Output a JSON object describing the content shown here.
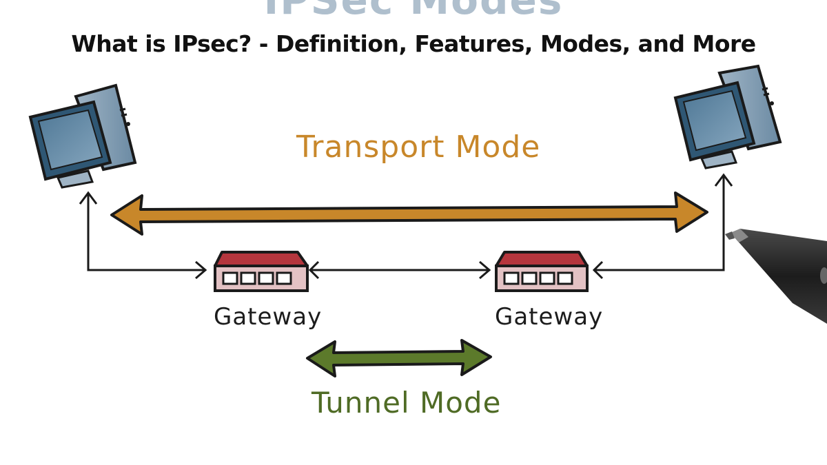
{
  "header": {
    "cropped_title": "IPSec Modes",
    "banner_title": "What is IPsec? - Definition, Features, Modes, and More"
  },
  "diagram": {
    "transport_label": "Transport Mode",
    "tunnel_label": "Tunnel Mode",
    "gateway_left_label": "Gateway",
    "gateway_right_label": "Gateway",
    "nodes": [
      {
        "id": "computer-left",
        "icon": "computer-icon"
      },
      {
        "id": "gateway-left",
        "icon": "router-icon"
      },
      {
        "id": "gateway-right",
        "icon": "router-icon"
      },
      {
        "id": "computer-right",
        "icon": "computer-icon"
      }
    ],
    "edges": [
      {
        "from": "computer-left",
        "to": "computer-right",
        "label": "Transport Mode"
      },
      {
        "from": "gateway-left",
        "to": "gateway-right",
        "label": "Tunnel Mode"
      },
      {
        "from": "computer-left",
        "to": "gateway-left"
      },
      {
        "from": "gateway-left",
        "to": "gateway-right"
      },
      {
        "from": "gateway-right",
        "to": "computer-right"
      }
    ]
  },
  "colors": {
    "transport": "#c8872a",
    "tunnel": "#4f6b25",
    "monitor": "#5f87a5",
    "router": "#b5363d",
    "outline": "#1a1a1a"
  }
}
